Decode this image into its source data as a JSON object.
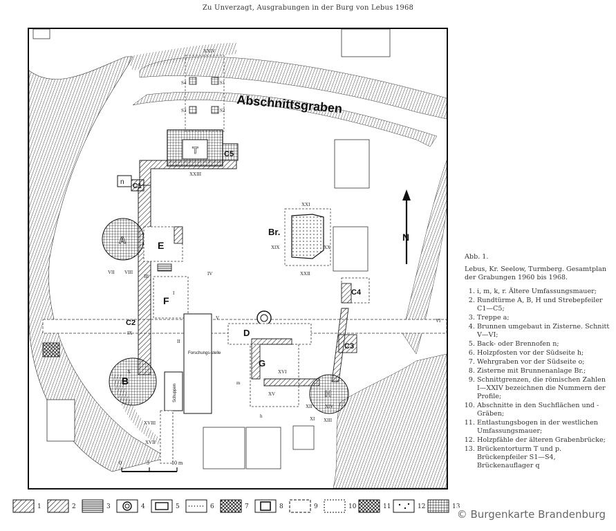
{
  "header": {
    "title": "Zu Unverzagt, Ausgrabungen in der Burg von Lebus 1968"
  },
  "map": {
    "moat_label": "Abschnittsgraben",
    "north_label": "N",
    "labels": {
      "T": "T",
      "C5": "C5",
      "C1": "C1",
      "n": "n",
      "A": "A",
      "E": "E",
      "F": "F",
      "C2": "C2",
      "B": "B",
      "Br": "Br.",
      "D": "D",
      "G": "G",
      "H": "H",
      "C3": "C3",
      "C4": "C4",
      "forschung": "Forschungs-stelle",
      "schuppen": "Schuppen"
    },
    "sections": {
      "XXIV": "XXIV",
      "S4": "S4",
      "S1": "S1",
      "S3": "S3",
      "S2": "S2",
      "XXIII": "XXIII",
      "XXI": "XXI",
      "XIX": "XIX",
      "XX": "XX",
      "XXII": "XXII",
      "VII": "VII",
      "VIII": "VIII",
      "III": "III",
      "IV": "IV",
      "IX": "IX",
      "II": "II",
      "X": "X",
      "V": "V",
      "VI": "VI",
      "XVI": "XVI",
      "XV": "XV",
      "XII": "XII",
      "XIV": "XIV",
      "XI": "XI",
      "XIII": "XIII",
      "XVIII": "XVIII",
      "XVII": "XVII",
      "I": "I",
      "h": "h",
      "m": "m"
    },
    "scale": {
      "ticks": [
        "0",
        "5",
        "10 m"
      ]
    }
  },
  "caption": {
    "abb": "Abb. 1.",
    "description": "Lebus, Kr. Seelow, Turmberg. Gesamtplan der Grabungen 1960 bis 1968.",
    "items": [
      "i, m, k, r. Ältere Umfassungsmauer;",
      "Rundtürme A, B, H und Strebepfeiler C1—C5;",
      "Treppe a;",
      "Brunnen umgebaut in Zisterne. Schnitt V—VI;",
      "Back- oder Brennofen n;",
      "Holzpfosten vor der Südseite h;",
      "Wehrgraben vor der Südseite o;",
      "Zisterne mit Brunnenanlage Br.;",
      "Schnittgrenzen, die römischen Zahlen I—XXIV bezeichnen die Nummern der Profile;",
      "Abschnitte in den Suchflächen und -Gräben;",
      "Entlastungsbogen in der westlichen Umfassungsmauer;",
      "Holzpfähle der älteren Grabenbrücke;",
      "Brückentorturm T und p. Brückenpfeiler S1—S4, Brückenauflager q"
    ]
  },
  "legend": {
    "numbers": [
      "1",
      "2",
      "3",
      "4",
      "5",
      "6",
      "7",
      "8",
      "9",
      "10",
      "11",
      "12",
      "13"
    ]
  },
  "watermark": "© Burgenkarte Brandenburg"
}
